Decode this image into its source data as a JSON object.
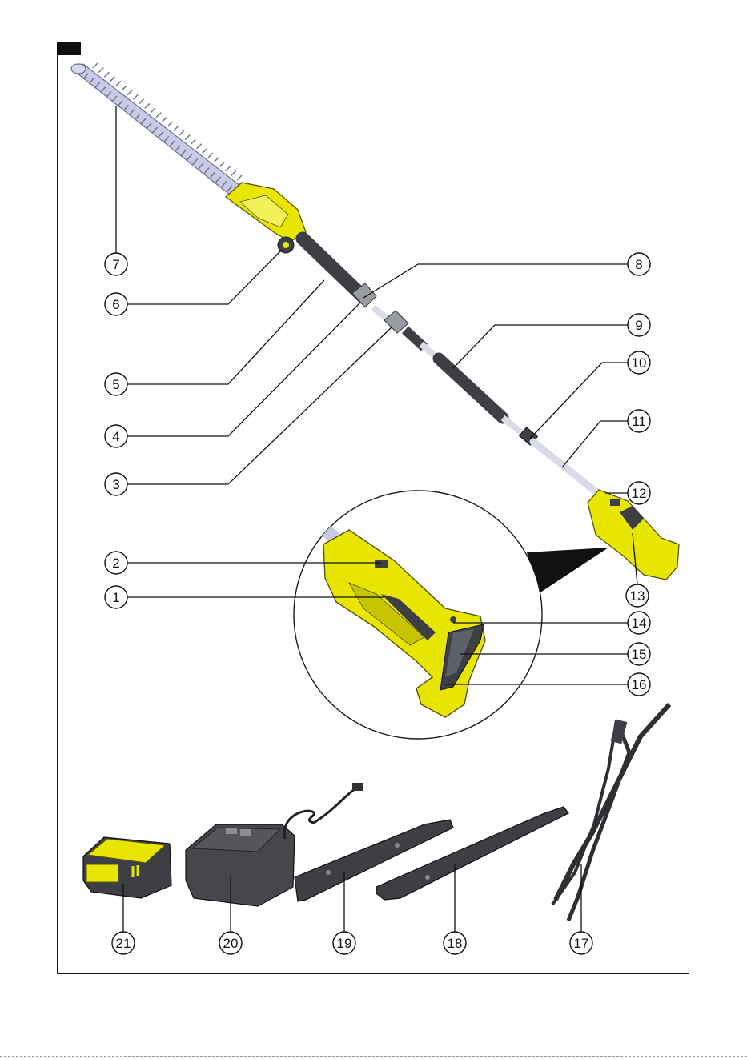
{
  "figure": {
    "callouts": [
      "1",
      "2",
      "3",
      "4",
      "5",
      "6",
      "7",
      "8",
      "9",
      "10",
      "11",
      "12",
      "13",
      "14",
      "15",
      "16",
      "17",
      "18",
      "19",
      "20",
      "21"
    ]
  },
  "colors": {
    "accent_yellow": "#e8e600",
    "housing_dark": "#3d3f44",
    "blade": "#c9cbe6",
    "shaft": "#d9dbe8",
    "line": "#1a1a1a"
  }
}
